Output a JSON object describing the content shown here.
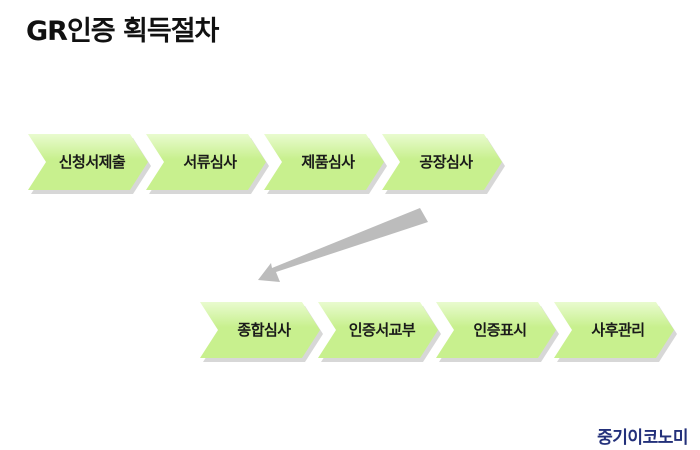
{
  "title": "GR인증 획득절차",
  "row1": [
    {
      "label": "신청서제출"
    },
    {
      "label": "서류심사"
    },
    {
      "label": "제품심사"
    },
    {
      "label": "공장심사"
    }
  ],
  "row2": [
    {
      "label": "종합심사"
    },
    {
      "label": "인증서교부"
    },
    {
      "label": "인증표시"
    },
    {
      "label": "사후관리"
    }
  ],
  "brand": "중기이코노미",
  "colors": {
    "chevron_fill": "#c8f08e",
    "chevron_fill_top": "#e9fbcf",
    "chevron_shadow": "#b7b7b7",
    "arrow": "#b0b0b0",
    "brand": "#23307a"
  }
}
